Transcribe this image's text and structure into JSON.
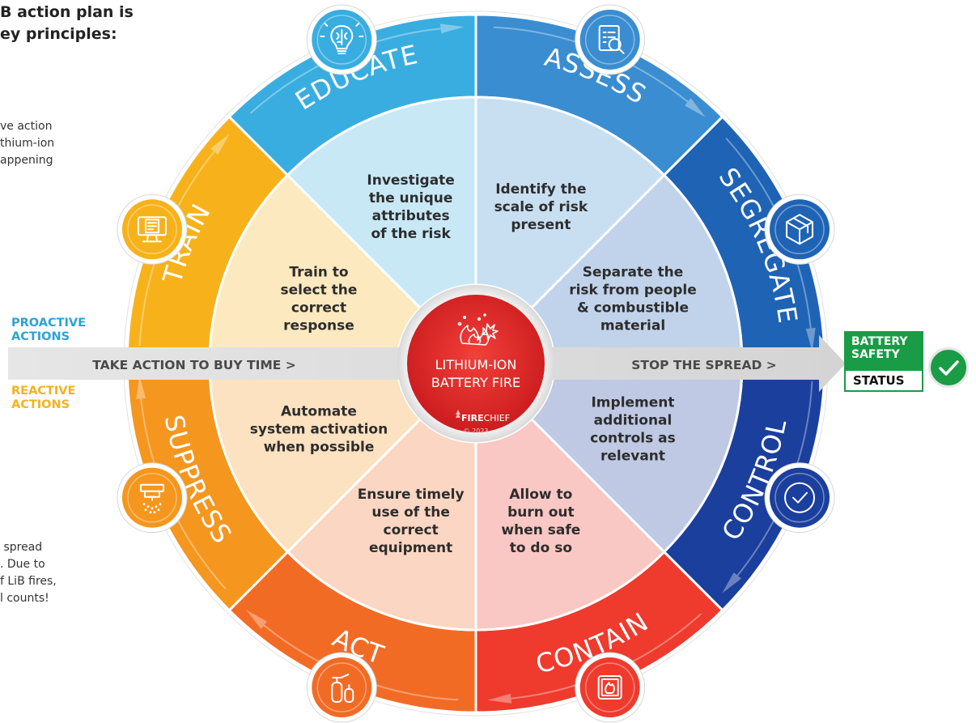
{
  "intro": {
    "title": "B action plan is\ney principles:"
  },
  "side_texts": {
    "proactive_body": "ve action\nthium-ion\nappening",
    "reactive_body": " spread\n. Due to\nf LiB fires,\nl counts!"
  },
  "groups": {
    "proactive": "PROACTIVE\nACTIONS",
    "reactive": "REACTIVE\nACTIONS"
  },
  "arrow": {
    "left_label": "TAKE ACTION TO BUY TIME >",
    "right_label": "STOP THE SPREAD >"
  },
  "center": {
    "title_line1": "LITHIUM-ION",
    "title_line2": "BATTERY FIRE",
    "brand_bold": "FIRE",
    "brand_light": "CHIEF",
    "copyright": "© 2023"
  },
  "segments": [
    {
      "name": "ASSESS",
      "description": [
        "Identify the",
        "scale of risk",
        "present"
      ],
      "icon": "clipboard-search-icon",
      "color": "#3a8dd0"
    },
    {
      "name": "SEGREGATE",
      "description": [
        "Separate the",
        "risk from people",
        "& combustible",
        "material"
      ],
      "icon": "cube-shield-icon",
      "color": "#1f63b5"
    },
    {
      "name": "CONTROL",
      "description": [
        "Implement",
        "additional",
        "controls as",
        "relevant"
      ],
      "icon": "check-circle-icon",
      "color": "#1b3f9c"
    },
    {
      "name": "CONTAIN",
      "description": [
        "Allow to",
        "burn out",
        "when safe",
        "to do so"
      ],
      "icon": "fire-box-icon",
      "color": "#ee3b2d"
    },
    {
      "name": "ACT",
      "description": [
        "Ensure timely",
        "use of the",
        "correct",
        "equipment"
      ],
      "icon": "extinguisher-icon",
      "color": "#f26b25"
    },
    {
      "name": "SUPPRESS",
      "description": [
        "Automate",
        "system activation",
        "when possible"
      ],
      "icon": "sprinkler-icon",
      "color": "#f5961e"
    },
    {
      "name": "TRAIN",
      "description": [
        "Train to",
        "select the",
        "correct",
        "response"
      ],
      "icon": "monitor-icon",
      "color": "#f7b21b"
    },
    {
      "name": "EDUCATE",
      "description": [
        "Investigate",
        "the unique",
        "attributes",
        "of the risk"
      ],
      "icon": "brain-bulb-icon",
      "color": "#39ade0"
    }
  ],
  "status": {
    "line1": "BATTERY",
    "line2": "SAFETY",
    "line3": "STATUS"
  },
  "colors": {
    "green": "#1a9b45",
    "red": "#e8322b"
  }
}
